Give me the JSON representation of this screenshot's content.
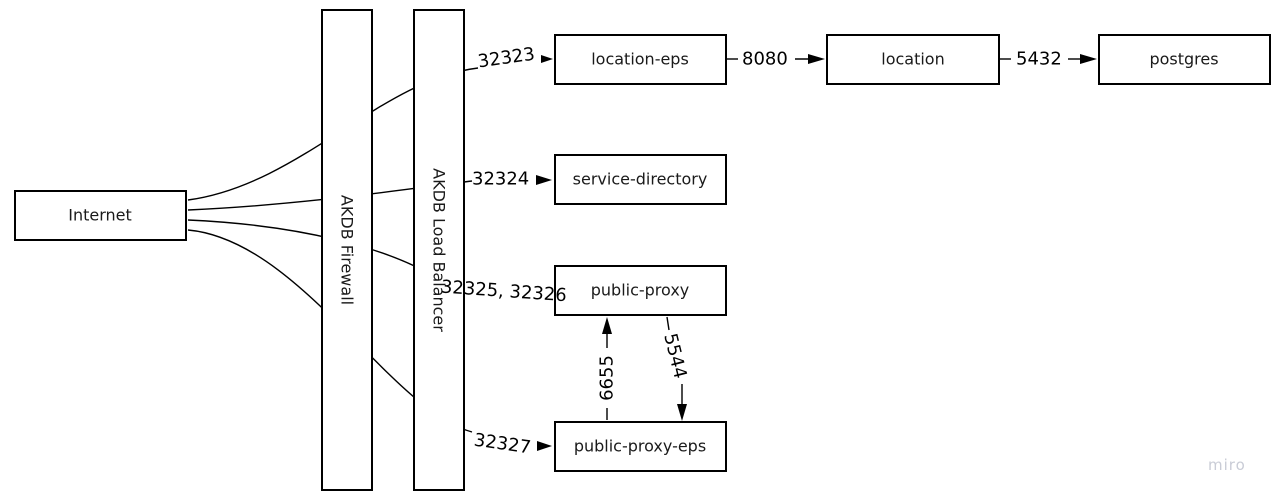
{
  "nodes": {
    "internet": "Internet",
    "firewall": "AKDB Firewall",
    "load_balancer": "AKDB Load Balancer",
    "location_eps": "location-eps",
    "location": "location",
    "postgres": "postgres",
    "service_directory": "service-directory",
    "public_proxy": "public-proxy",
    "public_proxy_eps": "public-proxy-eps"
  },
  "edges": {
    "port_32323": "32323",
    "port_32324": "32324",
    "port_32325_32326": "32325, 32326",
    "port_32327": "32327",
    "port_8080": "8080",
    "port_5432": "5432",
    "port_6655": "6655",
    "port_5544": "5544"
  },
  "watermark": "miro"
}
